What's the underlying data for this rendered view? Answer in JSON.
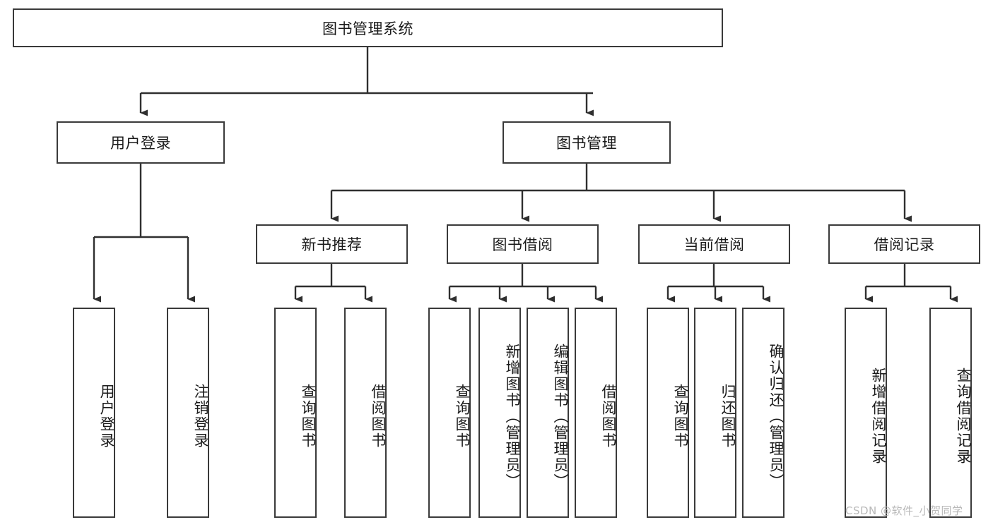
{
  "diagram": {
    "type": "tree-hierarchy-chart",
    "title": "图书管理系统",
    "background_color": "#ffffff",
    "node_border_color": "#3a3a3a",
    "edge_color": "#2f2f2f",
    "text_color": "#1a1a1a"
  },
  "watermark": {
    "text": "CSDN @软件_小贺同学",
    "color": "#b9b9b9"
  },
  "root": {
    "label": "图书管理系统"
  },
  "level1": [
    {
      "label": "用户登录"
    },
    {
      "label": "图书管理"
    }
  ],
  "level2": [
    {
      "label": "新书推荐"
    },
    {
      "label": "图书借阅"
    },
    {
      "label": "当前借阅"
    },
    {
      "label": "借阅记录"
    }
  ],
  "leaves": {
    "user_login": [
      {
        "label": "用户登录"
      },
      {
        "label": "注销登录"
      }
    ],
    "new_book_recommend": [
      {
        "label": "查询图书"
      },
      {
        "label": "借阅图书"
      }
    ],
    "book_borrow": [
      {
        "label": "查询图书"
      },
      {
        "label": "新增图书（管理员）"
      },
      {
        "label": "编辑图书（管理员）"
      },
      {
        "label": "借阅图书"
      }
    ],
    "current_borrow": [
      {
        "label": "查询图书"
      },
      {
        "label": "归还图书"
      },
      {
        "label": "确认归还（管理员）"
      }
    ],
    "borrow_record": [
      {
        "label": "新增借阅记录"
      },
      {
        "label": "查询借阅记录"
      }
    ]
  }
}
